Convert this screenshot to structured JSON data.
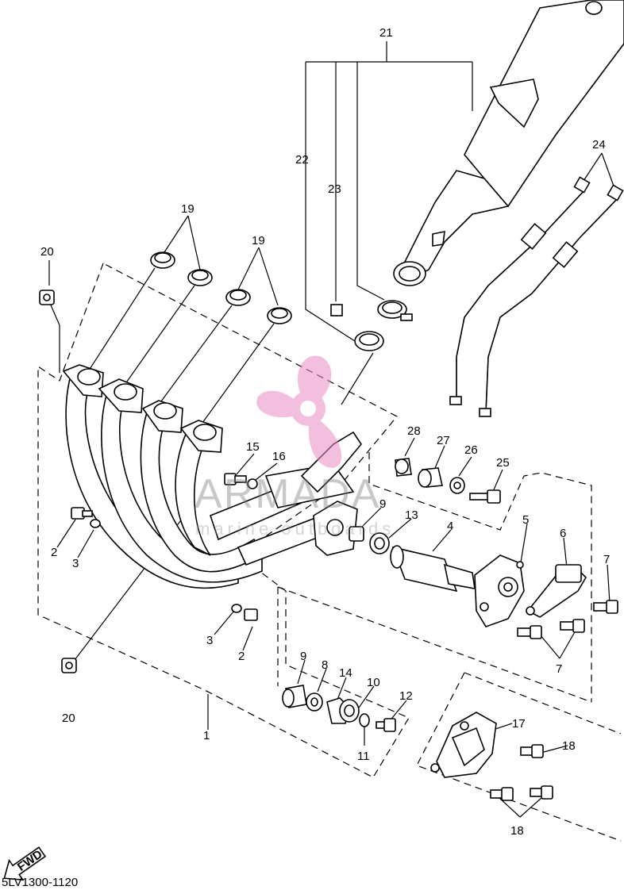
{
  "diagram_code": "5LV1300-1120",
  "fwd_label": "FWD",
  "watermark": {
    "brand": "ARMADA",
    "tagline": "marine outboards",
    "color": "#e88bc4"
  },
  "callouts": {
    "c1": "1",
    "c2a": "2",
    "c2b": "2",
    "c3a": "3",
    "c3b": "3",
    "c4": "4",
    "c5": "5",
    "c6": "6",
    "c7a": "7",
    "c7b": "7",
    "c8": "8",
    "c9a": "9",
    "c9b": "9",
    "c10": "10",
    "c11": "11",
    "c12": "12",
    "c13": "13",
    "c14": "14",
    "c15": "15",
    "c16": "16",
    "c17": "17",
    "c18a": "18",
    "c18b": "18",
    "c19a": "19",
    "c19b": "19",
    "c20a": "20",
    "c20b": "20",
    "c21": "21",
    "c22": "22",
    "c23": "23",
    "c24": "24",
    "c25": "25",
    "c26": "26",
    "c27": "27",
    "c28": "28"
  }
}
